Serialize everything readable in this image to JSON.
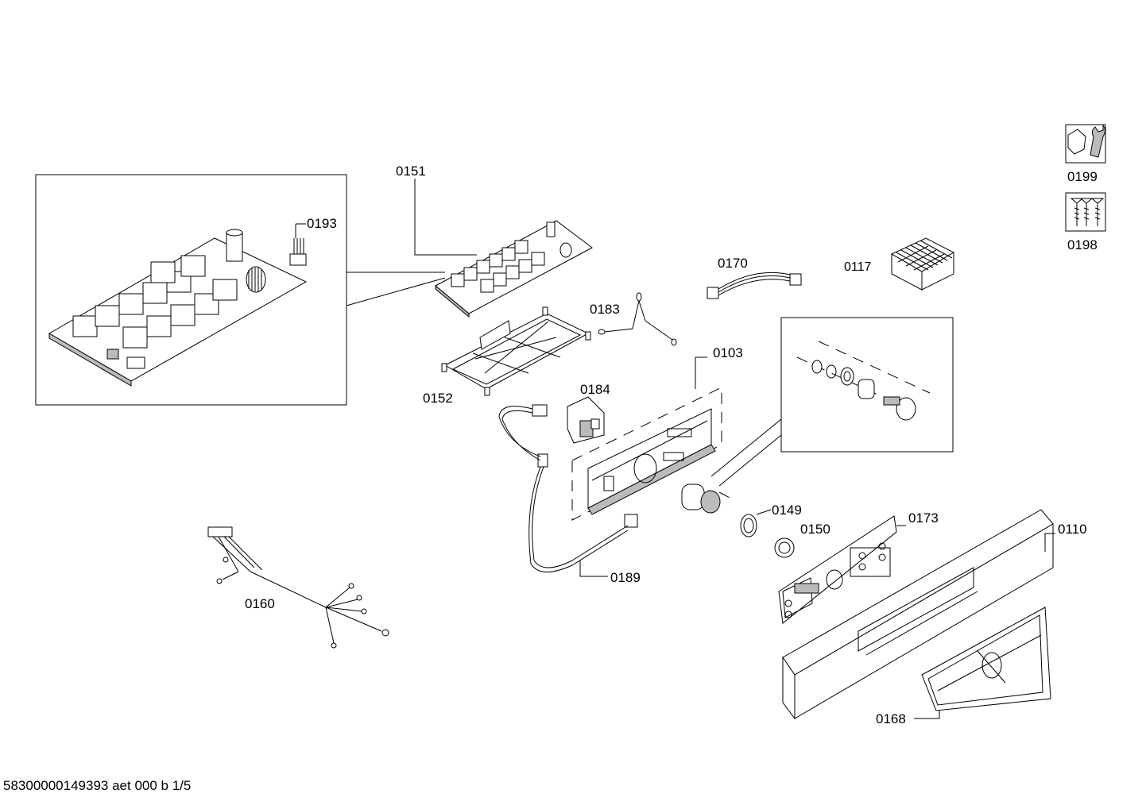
{
  "labels": {
    "p0151": "0151",
    "p0193": "0193",
    "p0199": "0199",
    "p0198": "0198",
    "p0170": "0170",
    "p0117": "0117",
    "p0183": "0183",
    "p0103": "0103",
    "p0152": "0152",
    "p0184": "0184",
    "p0149": "0149",
    "p0150": "0150",
    "p0173": "0173",
    "p0110": "0110",
    "p0189": "0189",
    "p0160": "0160",
    "p0168": "0168"
  },
  "footer": {
    "doc_code": "58300000149393 aet 000 b 1/5"
  },
  "icons": {
    "tool_kit": "wrench-nut-icon",
    "screw_kit": "screws-icon"
  }
}
